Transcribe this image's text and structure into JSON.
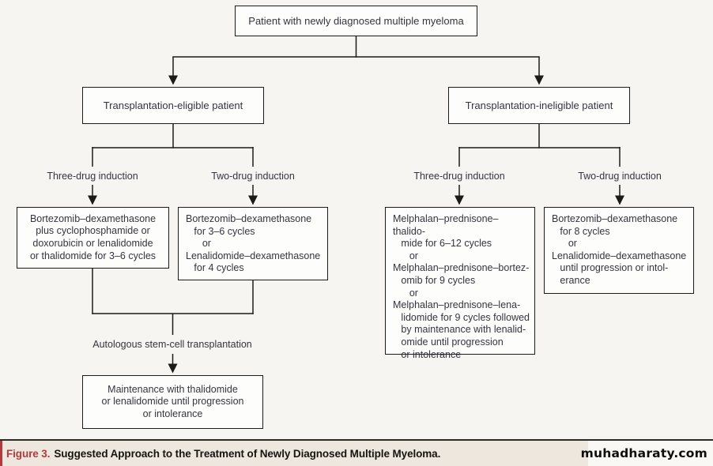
{
  "colors": {
    "red": "#b03a3e",
    "band": "#eee7de",
    "pagebg": "#f6f5f2",
    "boxbg": "#fdfdfb",
    "ink": "#35343f",
    "line": "#1b1b19"
  },
  "flowchart": {
    "root": "Patient with newly diagnosed multiple myeloma",
    "eligible": {
      "title": "Transplantation-eligible patient",
      "three_drug_label": "Three-drug induction",
      "two_drug_label": "Two-drug induction",
      "three_drug_box": "Bortezomib–dexamethasone\nplus cyclophosphamide or\ndoxorubicin or lenalidomide\nor thalidomide for 3–6 cycles",
      "two_drug_box": "Bortezomib–dexamethasone\n   for 3–6 cycles\n      or\nLenalidomide–dexamethasone\n   for 4 cycles",
      "asct_label": "Autologous stem-cell transplantation",
      "maintenance_box": "Maintenance with thalidomide\nor lenalidomide until progression\nor intolerance"
    },
    "ineligible": {
      "title": "Transplantation-ineligible patient",
      "three_drug_label": "Three-drug induction",
      "two_drug_label": "Two-drug induction",
      "three_drug_box": "Melphalan–prednisone–thalido-\n   mide for 6–12 cycles\n      or\nMelphalan–prednisone–bortez-\n   omib for 9 cycles\n      or\nMelphalan–prednisone–lena-\n   lidomide for 9 cycles followed\n   by maintenance with lenalid-\n   omide until progression\n   or intolerance",
      "two_drug_box": "Bortezomib–dexamethasone\n   for 8 cycles\n      or\nLenalidomide–dexamethasone\n   until progression or intol-\n   erance"
    }
  },
  "caption": {
    "figure_label": "Figure 3.",
    "title": "Suggested Approach to the Treatment of Newly Diagnosed Multiple Myeloma."
  },
  "watermark": "muhadharaty.com"
}
